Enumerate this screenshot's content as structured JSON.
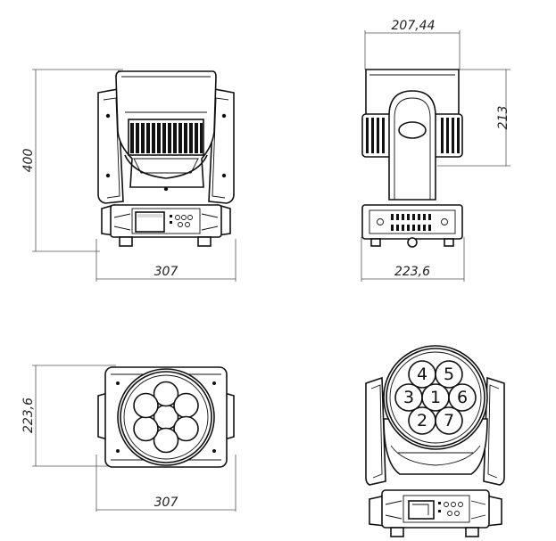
{
  "dimensions": {
    "front_height": "400",
    "front_width": "307",
    "side_top_width": "207,44",
    "side_height": "213",
    "side_base_width": "223,6",
    "top_depth": "223,6",
    "top_width": "307"
  },
  "lens_labels": [
    "4",
    "5",
    "3",
    "1",
    "6",
    "2",
    "7"
  ]
}
